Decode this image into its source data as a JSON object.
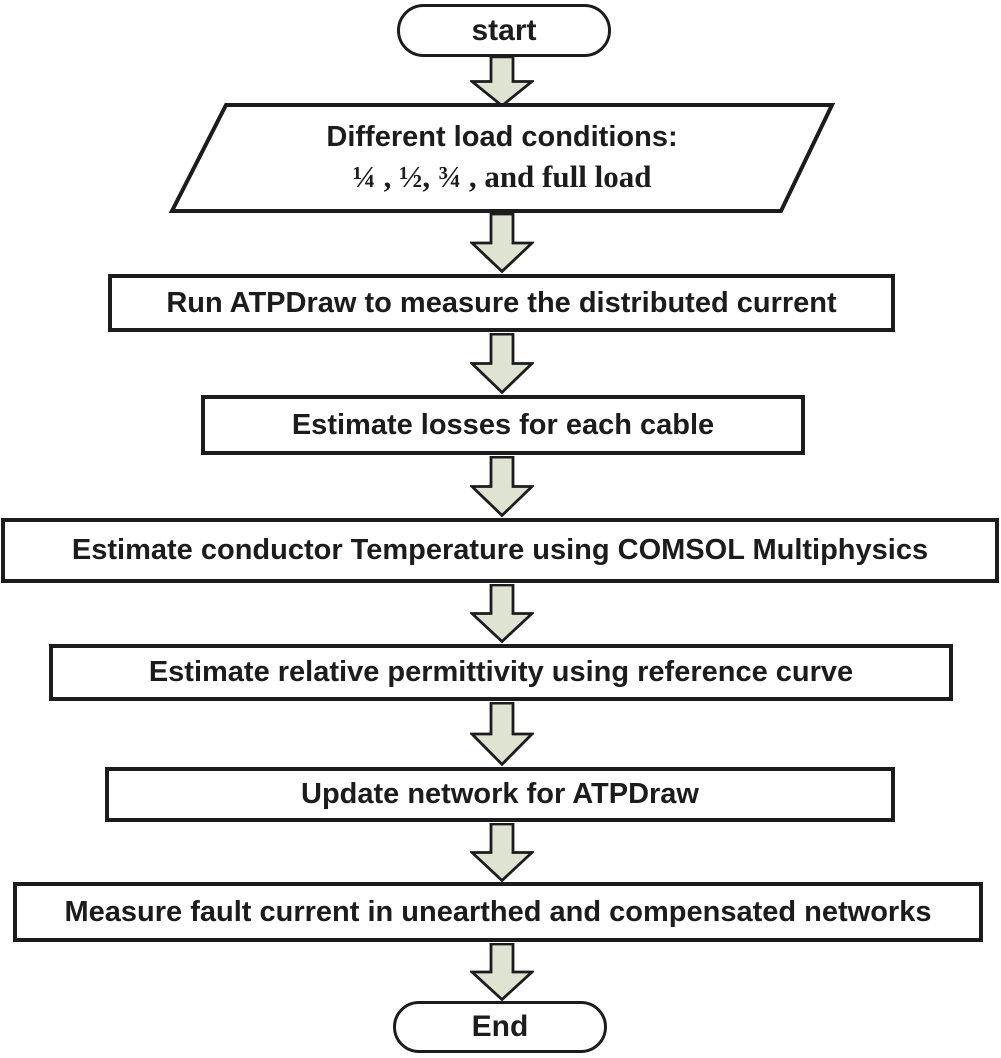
{
  "colors": {
    "canvas_bg": "#ffffff",
    "shape_fill": "#ffffff",
    "shape_border": "#1c1c1c",
    "arrow_fill": "#dfe3d2",
    "text_color": "#1c1c1c"
  },
  "icons": {
    "connector": "down-block-arrow"
  },
  "flowchart": {
    "start": {
      "label": "start"
    },
    "io_load_conditions": {
      "line1": "Different load conditions:",
      "line2": "¼ , ½, ¾ , and full load"
    },
    "processes": [
      {
        "label": "Run ATPDraw to measure the distributed current"
      },
      {
        "label": "Estimate losses for each cable"
      },
      {
        "label": "Estimate conductor Temperature using COMSOL Multiphysics"
      },
      {
        "label": "Estimate relative permittivity using reference curve"
      },
      {
        "label": "Update network for ATPDraw"
      },
      {
        "label": "Measure fault current in unearthed and compensated networks"
      }
    ],
    "end": {
      "label": "End"
    }
  }
}
